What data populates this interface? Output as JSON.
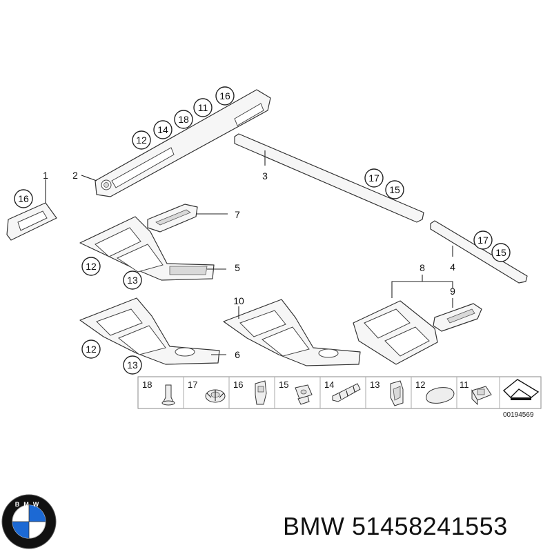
{
  "callouts": {
    "c16a": "16",
    "c12a": "12",
    "c14": "14",
    "c18": "18",
    "c11": "11",
    "c16b": "16",
    "c17a": "17",
    "c15a": "15",
    "c17b": "17",
    "c15b": "15",
    "c12b": "12",
    "c13a": "13",
    "c12c": "12",
    "c13b": "13"
  },
  "part_labels": {
    "l1": "1",
    "l2": "2",
    "l3": "3",
    "l4": "4",
    "l5": "5",
    "l6": "6",
    "l7": "7",
    "l8": "8",
    "l9": "9",
    "l10": "10"
  },
  "parts_table": [
    "18",
    "17",
    "16",
    "15",
    "14",
    "13",
    "12",
    "11"
  ],
  "diagram_id": "00194569",
  "brand": {
    "logo_letters": "BMW",
    "text": "BMW 51458241553",
    "colors": {
      "blue": "#1c69d4",
      "black": "#111111",
      "white": "#ffffff"
    }
  }
}
